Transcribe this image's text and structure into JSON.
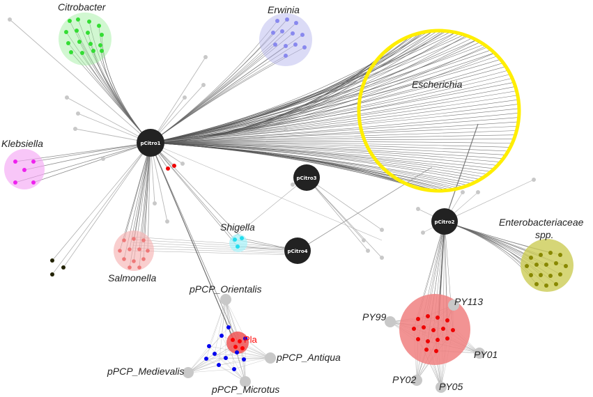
{
  "hubs": [
    {
      "name": "pCitro1"
    },
    {
      "name": "pCitro2"
    },
    {
      "name": "pCitro3"
    },
    {
      "name": "pCitro4"
    }
  ],
  "clusters": {
    "citrobacter": "Citrobacter",
    "erwinia": "Erwinia",
    "escherichia": "Escherichia",
    "klebsiella": "Klebsiella",
    "salmonella": "Salmonella",
    "shigella": "Shigella",
    "enterobacteriaceae_line1": "Enterobacteriaceae",
    "enterobacteriaceae_line2": "spp."
  },
  "yersinia_pestis": {
    "pla": "Pla",
    "plasmids": [
      "pPCP_Orientalis",
      "pPCP_Antiqua",
      "pPCP_Medievalis",
      "pPCP_Microtus"
    ]
  },
  "pseudotuberculosis": {
    "plasmids": [
      "PY99",
      "PY113",
      "PY01",
      "PY02",
      "PY05"
    ]
  },
  "colors": {
    "hub": "#222222",
    "citrobacter": "#33dd33",
    "erwinia": "#8888ee",
    "escherichia": "#ffee00",
    "klebsiella": "#ee22ee",
    "salmonella": "#ee7777",
    "shigella": "#22ddee",
    "enterobacteriaceae": "#888800",
    "pla": "#ff0000",
    "yersinia_blue": "#0000ee",
    "grey_node": "#c8c8c8",
    "edge": "#777777"
  }
}
